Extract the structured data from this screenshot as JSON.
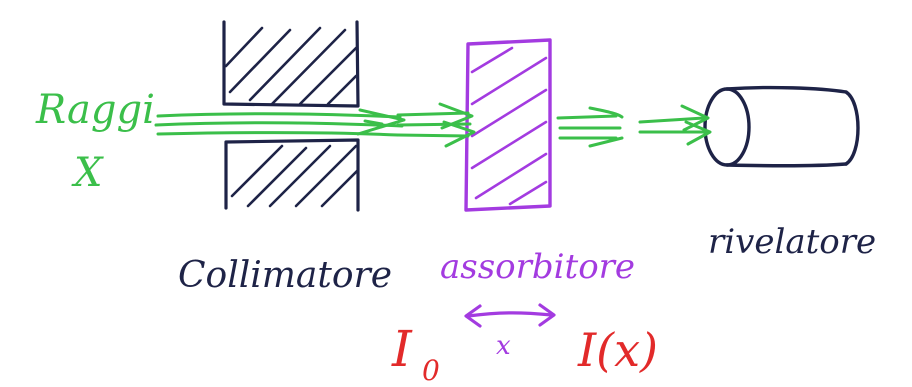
{
  "labels": {
    "source_line1": "Raggi",
    "source_line2": "X",
    "collimator": "Collimatore",
    "absorber": "assorbitore",
    "detector": "rivelatore",
    "thickness": "x",
    "intensity_in": "I",
    "intensity_in_subscript": "0",
    "intensity_out": "I(x)"
  },
  "colors": {
    "beam": "#3bbf4a",
    "collimator": "#1e2347",
    "absorber": "#a33be0",
    "detector": "#1e2347",
    "intensity": "#e22a2a"
  }
}
